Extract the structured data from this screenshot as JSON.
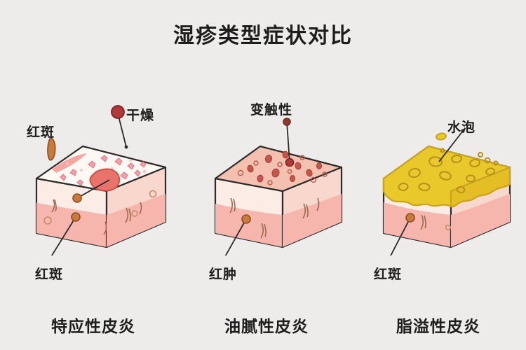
{
  "page": {
    "title": "湿疹类型症状对比",
    "background_color": "#EDECEA",
    "text_color": "#1d1d1d"
  },
  "palette": {
    "background": "#EDECEA",
    "outline": "#2b2b2b",
    "skin_outline": "#C98A6B",
    "skin_top_pink": "#F4C0B0",
    "skin_top_white": "#FDF8F3",
    "skin_layer_light": "#F8E2D7",
    "skin_layer_pink": "#F6B6AD",
    "skin_side_light": "#FBEDE6",
    "grease_yellow": "#E8C82A",
    "grease_outline": "#C9A41E",
    "lesion_red": "#E8736B",
    "marker_dark_red": "#B03A3A",
    "marker_brown": "#C97A3C",
    "scale_pink": "#F0A0A8"
  },
  "columns": [
    {
      "id": "atopic",
      "caption": "特应性皮炎",
      "annotations": [
        {
          "name": "erythema-top",
          "label": "红斑"
        },
        {
          "name": "dryness",
          "label": "干燥"
        },
        {
          "name": "erythema-bottom",
          "label": "红斑"
        }
      ]
    },
    {
      "id": "contact",
      "caption": "油腻性皮炎",
      "annotations": [
        {
          "name": "contact-allergy",
          "label": "变触性"
        },
        {
          "name": "swelling-redness",
          "label": "红肿"
        }
      ]
    },
    {
      "id": "seborrheic",
      "caption": "脂溢性皮炎",
      "annotations": [
        {
          "name": "blister",
          "label": "水泡"
        },
        {
          "name": "erythema-bottom",
          "label": "红斑"
        }
      ]
    }
  ],
  "annotations_flat": {
    "left_erythema_top": "红斑",
    "left_dryness": "干燥",
    "left_erythema_bottom": "红斑",
    "mid_contact": "变触性",
    "mid_swelling": "红肿",
    "right_blister": "水泡",
    "right_erythema_bottom": "红斑"
  },
  "captions": {
    "left": "特应性皮炎",
    "middle": "油腻性皮炎",
    "right": "脂溢性皮炎"
  }
}
